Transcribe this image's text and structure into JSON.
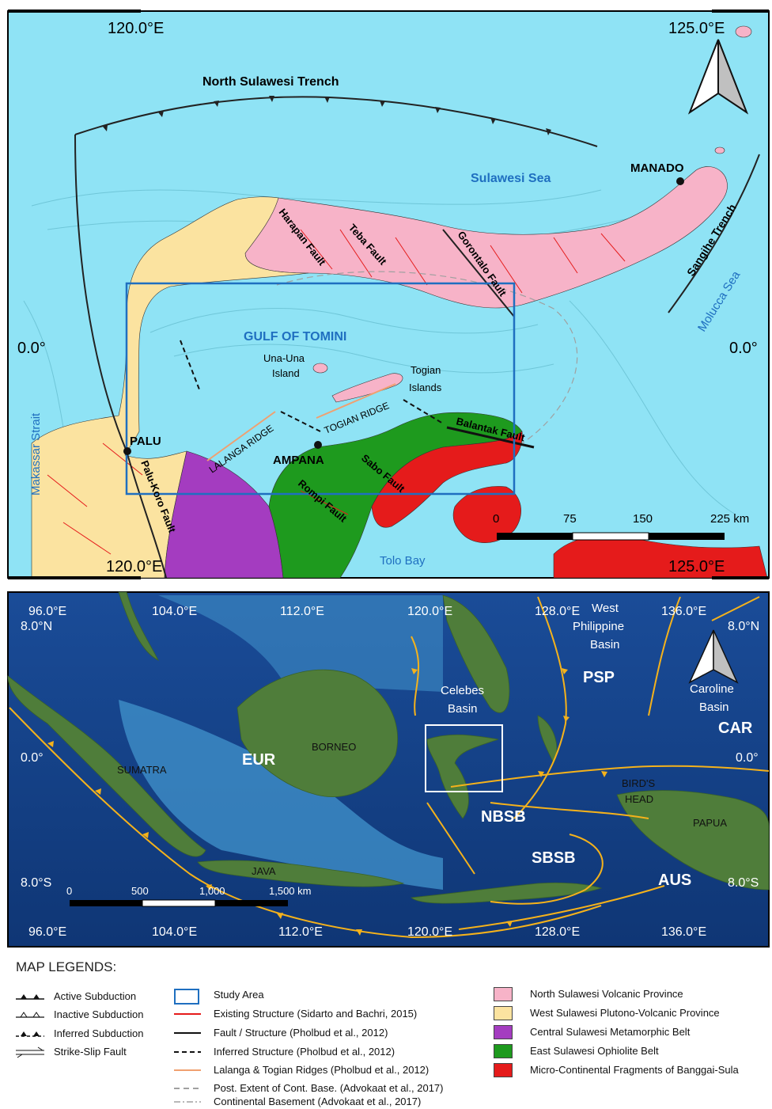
{
  "top_map": {
    "coords": {
      "lon_left_top": "120.0°E",
      "lon_right_top": "125.0°E",
      "lon_left_bottom": "120.0°E",
      "lon_right_bottom": "125.0°E",
      "lat_left": "0.0°",
      "lat_right": "0.0°"
    },
    "labels": {
      "north_sulawesi_trench": "North Sulawesi Trench",
      "sulawesi_sea": "Sulawesi Sea",
      "manado": "MANADO",
      "sangihe_trench": "Sangihe Trench",
      "molucca_sea": "Molucca Sea",
      "harapan_fault": "Harapan Fault",
      "teba_fault": "Teba Fault",
      "gorontalo_fault": "Gorontalo Fault",
      "gulf_of_tomini": "GULF OF TOMINI",
      "una_una": "Una-Una",
      "island": "Island",
      "togian": "Togian",
      "islands": "Islands",
      "togian_ridge": "TOGIAN RIDGE",
      "lalanga_ridge": "LALANGA RIDGE",
      "balantak_fault": "Balantak Fault",
      "palu": "PALU",
      "ampana": "AMPANA",
      "palu_koro_fault": "Palu-Koro Fault",
      "sabo_fault": "Sabo Fault",
      "rompi_fault": "Rompi Fault",
      "makassar_strait": "Makassar Strait",
      "tolo_bay": "Tolo Bay"
    },
    "scale_bar": {
      "ticks": [
        "0",
        "75",
        "150",
        "225 km"
      ]
    },
    "colors": {
      "sea": "#8fe3f5",
      "north_volcanic": "#f7b3c8",
      "west_plutonic": "#fbe3a0",
      "metamorphic": "#a43cc0",
      "ophiolite": "#1e9a1e",
      "microcontinental": "#e51b1b",
      "study_area": "#1f6fc0"
    }
  },
  "bottom_map": {
    "coords": {
      "top_lon": [
        "96.0°E",
        "104.0°E",
        "112.0°E",
        "120.0°E",
        "128.0°E",
        "136.0°E"
      ],
      "bottom_lon": [
        "96.0°E",
        "104.0°E",
        "112.0°E",
        "120.0°E",
        "128.0°E",
        "136.0°E"
      ],
      "lat_8n": "8.0°N",
      "lat_0": "0.0°",
      "lat_8s": "8.0°S"
    },
    "labels": {
      "west": "West",
      "philippine": "Philippine",
      "basin": "Basin",
      "psp": "PSP",
      "caroline": "Caroline",
      "car": "CAR",
      "celebes": "Celebes",
      "eur": "EUR",
      "borneo": "BORNEO",
      "sumatra": "SUMATRA",
      "nbsb": "NBSB",
      "sbsb": "SBSB",
      "birds": "BIRD'S",
      "head": "HEAD",
      "papua": "PAPUA",
      "aus": "AUS",
      "java": "JAVA"
    },
    "scale_bar": {
      "ticks": [
        "0",
        "500",
        "1,000",
        "1,500 km"
      ]
    },
    "colors": {
      "ocean_deep": "#123e8a",
      "ocean_shallow": "#3f8fc8",
      "land": "#4f7d3a",
      "subduction": "#f5b21b"
    }
  },
  "legend": {
    "title": "MAP LEGENDS:",
    "col1": [
      "Active Subduction",
      "Inactive Subduction",
      "Inferred Subduction",
      "Strike-Slip Fault"
    ],
    "col2": [
      "Study Area",
      "Existing Structure (Sidarto and Bachri, 2015)",
      "Fault / Structure (Pholbud et al., 2012)",
      "Inferred Structure (Pholbud et al., 2012)",
      "Lalanga & Togian Ridges (Pholbud et al., 2012)",
      "Post. Extent of Cont. Base. (Advokaat et al., 2017)",
      "Continental Basement (Advokaat et al., 2017)"
    ],
    "col3": [
      {
        "label": "North Sulawesi Volcanic Province",
        "color": "#f7b3c8"
      },
      {
        "label": "West Sulawesi Plutono-Volcanic Province",
        "color": "#fbe3a0"
      },
      {
        "label": "Central Sulawesi Metamorphic Belt",
        "color": "#a43cc0"
      },
      {
        "label": "East Sulawesi Ophiolite Belt",
        "color": "#1e9a1e"
      },
      {
        "label": "Micro-Continental Fragments of Banggai-Sula",
        "color": "#e51b1b"
      }
    ]
  }
}
